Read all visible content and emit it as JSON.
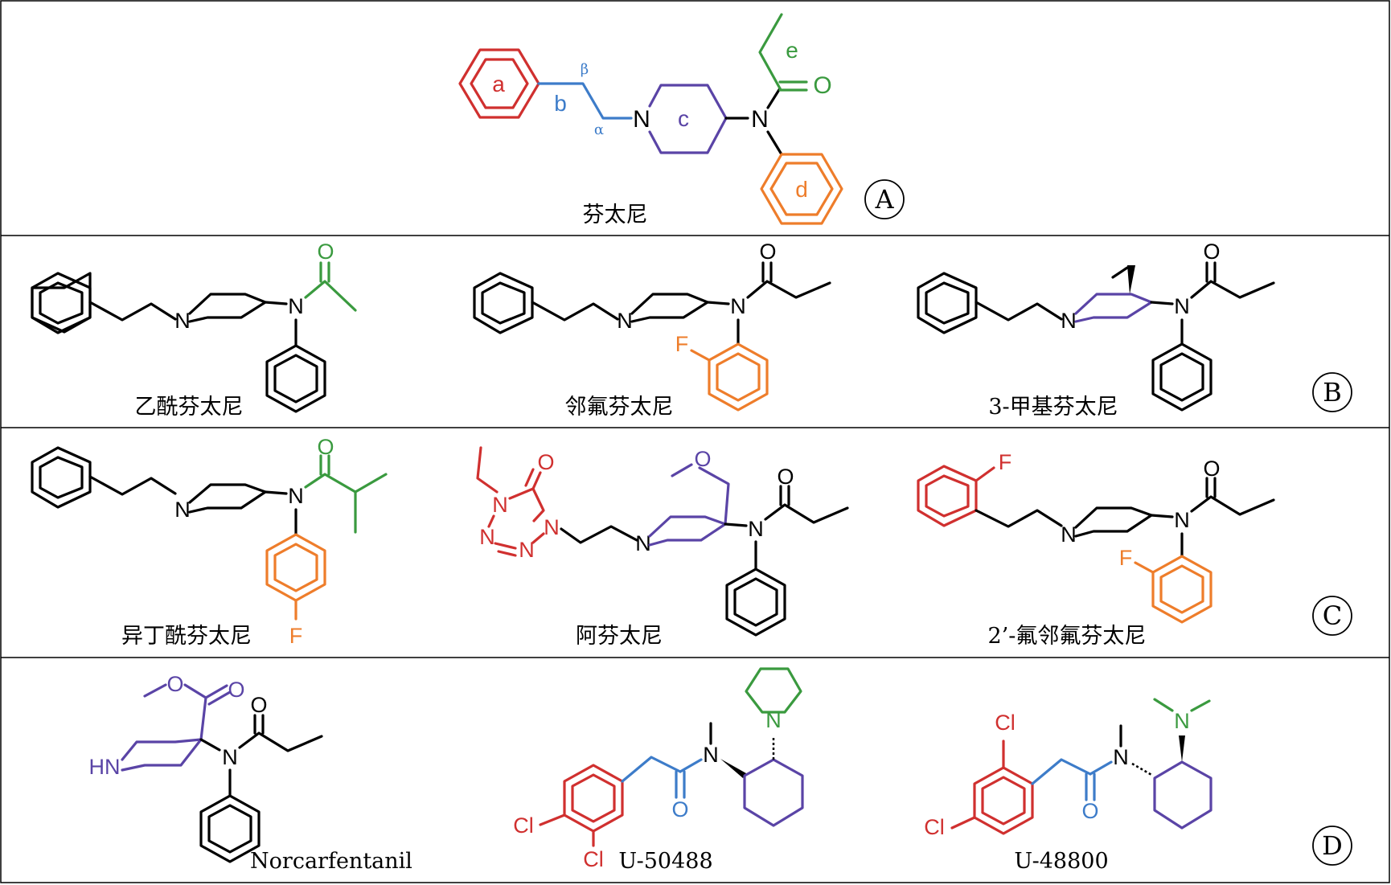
{
  "panels": [
    {
      "mark": "A",
      "compounds": [
        {
          "name": "芬太尼"
        }
      ]
    },
    {
      "mark": "B",
      "compounds": [
        {
          "name": "乙酰芬太尼"
        },
        {
          "name": "邻氟芬太尼"
        },
        {
          "name": "3-甲基芬太尼"
        }
      ]
    },
    {
      "mark": "C",
      "compounds": [
        {
          "name": "异丁酰芬太尼"
        },
        {
          "name": "阿芬太尼"
        },
        {
          "name": "2’-氟邻氟芬太尼"
        }
      ]
    },
    {
      "mark": "D",
      "compounds": [
        {
          "name": "Norcarfentanil"
        },
        {
          "name": "U-50488"
        },
        {
          "name": "U-48800"
        }
      ]
    }
  ],
  "fragment_labels": {
    "a": "a",
    "b": "b",
    "c": "c",
    "d": "d",
    "e": "e",
    "alpha": "α",
    "beta": "β"
  },
  "atoms": {
    "N": "N",
    "O": "O",
    "F": "F",
    "Cl": "Cl",
    "HN": "HN"
  },
  "colors": {
    "black": "#000000",
    "red": "#d0302f",
    "blue": "#3d7cc9",
    "purple": "#5a44a6",
    "green": "#3a9a3f",
    "orange": "#ee7d2b",
    "border": "#000000"
  }
}
